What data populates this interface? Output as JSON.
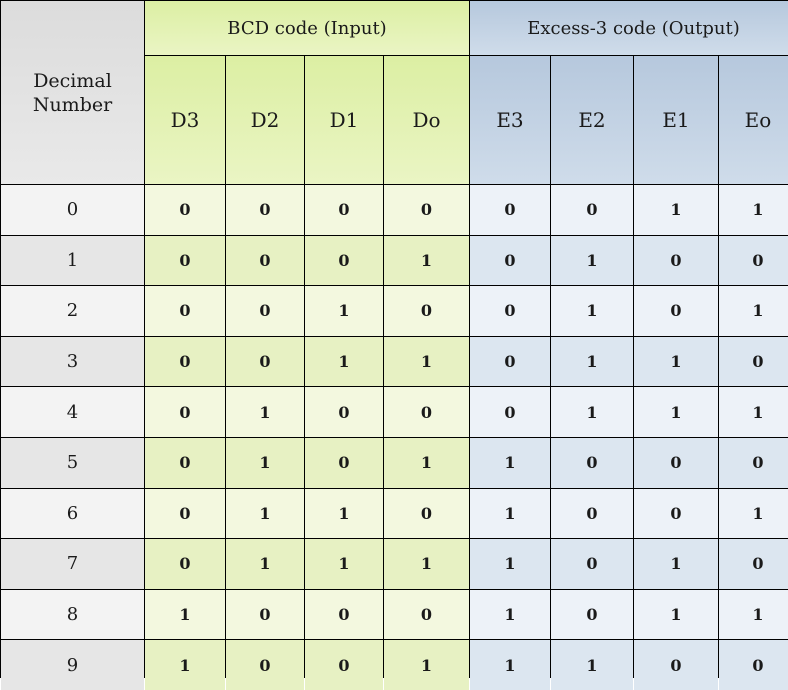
{
  "headers": {
    "decimal": "Decimal\nNumber",
    "bcd_group": "BCD code (Input)",
    "excess3_group": "Excess-3 code (Output)",
    "bcd_columns": [
      "D3",
      "D2",
      "D1",
      "Do"
    ],
    "excess3_columns": [
      "E3",
      "E2",
      "E1",
      "Eo"
    ]
  },
  "rows": [
    {
      "decimal": "0",
      "bcd": [
        "0",
        "0",
        "0",
        "0"
      ],
      "excess3": [
        "0",
        "0",
        "1",
        "1"
      ]
    },
    {
      "decimal": "1",
      "bcd": [
        "0",
        "0",
        "0",
        "1"
      ],
      "excess3": [
        "0",
        "1",
        "0",
        "0"
      ]
    },
    {
      "decimal": "2",
      "bcd": [
        "0",
        "0",
        "1",
        "0"
      ],
      "excess3": [
        "0",
        "1",
        "0",
        "1"
      ]
    },
    {
      "decimal": "3",
      "bcd": [
        "0",
        "0",
        "1",
        "1"
      ],
      "excess3": [
        "0",
        "1",
        "1",
        "0"
      ]
    },
    {
      "decimal": "4",
      "bcd": [
        "0",
        "1",
        "0",
        "0"
      ],
      "excess3": [
        "0",
        "1",
        "1",
        "1"
      ]
    },
    {
      "decimal": "5",
      "bcd": [
        "0",
        "1",
        "0",
        "1"
      ],
      "excess3": [
        "1",
        "0",
        "0",
        "0"
      ]
    },
    {
      "decimal": "6",
      "bcd": [
        "0",
        "1",
        "1",
        "0"
      ],
      "excess3": [
        "1",
        "0",
        "0",
        "1"
      ]
    },
    {
      "decimal": "7",
      "bcd": [
        "0",
        "1",
        "1",
        "1"
      ],
      "excess3": [
        "1",
        "0",
        "1",
        "0"
      ]
    },
    {
      "decimal": "8",
      "bcd": [
        "1",
        "0",
        "0",
        "0"
      ],
      "excess3": [
        "1",
        "0",
        "1",
        "1"
      ]
    },
    {
      "decimal": "9",
      "bcd": [
        "1",
        "0",
        "0",
        "1"
      ],
      "excess3": [
        "1",
        "1",
        "0",
        "0"
      ]
    }
  ],
  "colors": {
    "decimal_column": "#e6e6e6",
    "bcd_column": "#e7f1c3",
    "excess3_column": "#dce6f0",
    "grid_lines": "#000000"
  }
}
